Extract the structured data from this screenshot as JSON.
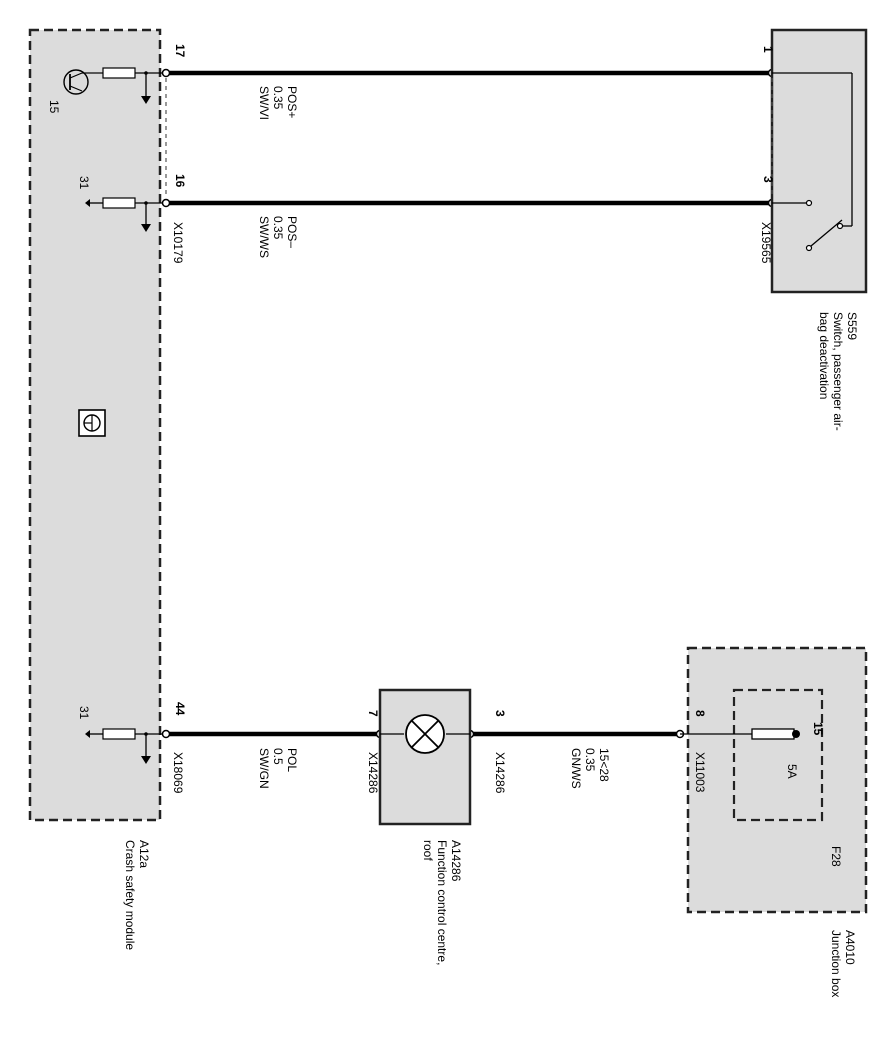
{
  "components": {
    "crash_module": {
      "code": "A12a",
      "name": "Crash safety module"
    },
    "switch": {
      "code": "S559",
      "name_line1": "Switch, passenger air-",
      "name_line2": "bag deactivation"
    },
    "function_centre": {
      "code": "A14286",
      "name_line1": "Function control centre,",
      "name_line2": "roof"
    },
    "junction_box": {
      "code": "A4010",
      "name": "Junction box"
    },
    "fuse": {
      "code": "F28",
      "rating": "5A",
      "pin": "15"
    }
  },
  "connectors": {
    "crash_upper": "X10179",
    "switch": "X19565",
    "crash_lower": "X18069",
    "fc_left": "X14286",
    "fc_right": "X14286",
    "jb": "X11003"
  },
  "pins": {
    "crash_17": "17",
    "crash_16": "16",
    "crash_44": "44",
    "switch_1": "1",
    "switch_3": "3",
    "fc_7": "7",
    "fc_3": "3",
    "jb_8": "8"
  },
  "wires": {
    "pos_plus": {
      "signal": "POS+",
      "size": "0.35",
      "color": "SW/VI"
    },
    "pos_minus": {
      "signal": "POS–",
      "size": "0.35",
      "color": "SW/WS"
    },
    "pol": {
      "signal": "POL",
      "size": "0.5",
      "color": "SW/GN"
    },
    "supply": {
      "signal": "15<28",
      "size": "0.35",
      "color": "GN/WS"
    }
  },
  "internal": {
    "terminal_15": "15",
    "ground_31_a": "31",
    "ground_31_b": "31"
  }
}
